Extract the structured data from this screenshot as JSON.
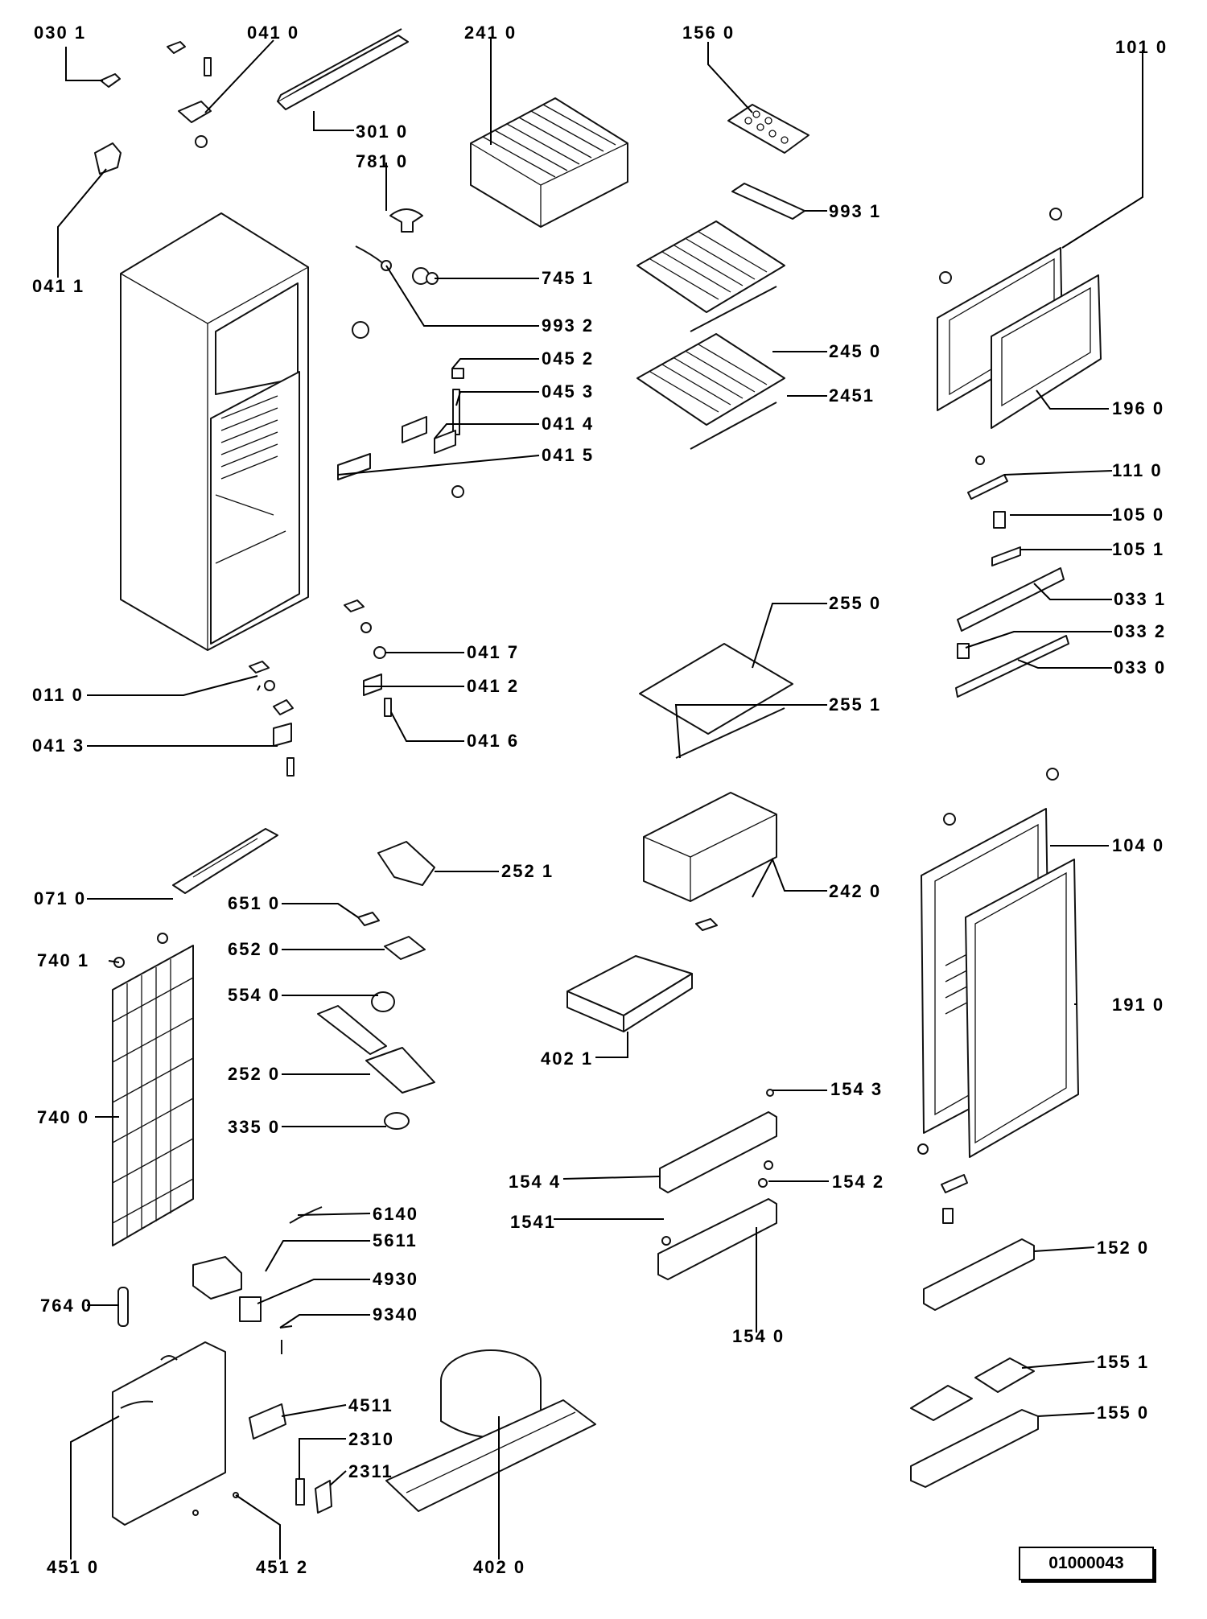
{
  "colors": {
    "ink": "#111111",
    "paper": "#ffffff"
  },
  "labels": {
    "p0301": "030 1",
    "p0410": "041 0",
    "p2410": "241 0",
    "p1560": "156 0",
    "p1010": "101 0",
    "p3010": "301 0",
    "p7810": "781 0",
    "p9931": "993 1",
    "p0411": "041 1",
    "p7451": "745 1",
    "p9932": "993 2",
    "p2450": "245 0",
    "p0452": "045 2",
    "p0453": "045 3",
    "p2451": "2451",
    "p1960": "196 0",
    "p0414": "041 4",
    "p0415": "041 5",
    "p1110": "111 0",
    "p1050": "105 0",
    "p1051": "105 1",
    "p2550": "255 0",
    "p0331": "033 1",
    "p0332": "033 2",
    "p0330": "033 0",
    "p0417": "041 7",
    "p2551": "255 1",
    "p0110": "011 0",
    "p0412": "041 2",
    "p0413": "041 3",
    "p0416": "041 6",
    "p1040": "104 0",
    "p2521": "252 1",
    "p0710": "071 0",
    "p2420": "242 0",
    "p6510": "651 0",
    "p6520": "652 0",
    "p7401": "740 1",
    "p1910": "191 0",
    "p5540": "554 0",
    "p4021": "402 1",
    "p2520": "252 0",
    "p1543": "154 3",
    "p7400": "740 0",
    "p3350": "335 0",
    "p1544": "154 4",
    "p1542": "154 2",
    "p6140": "6140",
    "p1541": "1541",
    "p5611": "5611",
    "p1520": "152 0",
    "p4930": "4930",
    "p7640": "764 0",
    "p9340": "9340",
    "p1540": "154 0",
    "p1551": "155 1",
    "p4511": "4511",
    "p1550": "155 0",
    "p2310": "2310",
    "p2311": "2311",
    "p4510": "451 0",
    "p4512": "451 2",
    "p4020": "402 0"
  },
  "document_number": "01000043"
}
